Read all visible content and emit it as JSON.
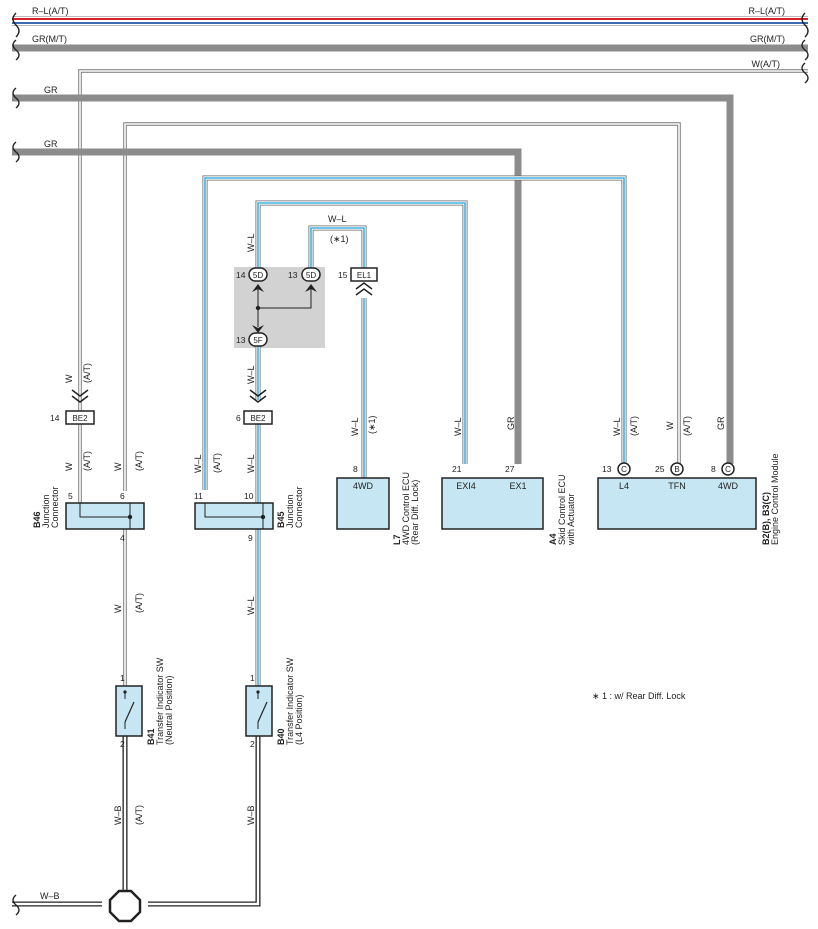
{
  "wires": {
    "rl_at": "R–L(A/T)",
    "gr_mt": "GR(M/T)",
    "w_at": "W(A/T)",
    "gr": "GR",
    "w": "W",
    "at": "(A/T)",
    "wl": "W–L",
    "star1": "(∗1)",
    "wb": "W–B"
  },
  "connectors": {
    "be2": "BE2",
    "sd": "5D",
    "sf": "5F",
    "el1": "EL1",
    "c": "C",
    "b": "B"
  },
  "pins": {
    "p1": "1",
    "p2": "2",
    "p4": "4",
    "p5": "5",
    "p6": "6",
    "p8": "8",
    "p9": "9",
    "p10": "10",
    "p11": "11",
    "p13": "13",
    "p14": "14",
    "p15": "15",
    "p21": "21",
    "p25": "25",
    "p27": "27"
  },
  "components": {
    "b46": {
      "code": "B46",
      "line1": "Junction",
      "line2": "Connector"
    },
    "b45": {
      "code": "B45",
      "line1": "Junction",
      "line2": "Connector"
    },
    "l7": {
      "code": "L7",
      "line1": "4WD Control ECU",
      "line2": "(Rear Diff. Lock)",
      "term": "4WD"
    },
    "a4": {
      "code": "A4",
      "line1": "Skid Control ECU",
      "line2": "with Actuator",
      "term1": "EXI4",
      "term2": "EX1"
    },
    "b2": {
      "code": "B2(B), B3(C)",
      "line1": "Engine Control Module",
      "term1": "L4",
      "term2": "TFN",
      "term3": "4WD"
    },
    "b41": {
      "code": "B41",
      "line1": "Transfer Indicator SW",
      "line2": "(Neutral Position)"
    },
    "b40": {
      "code": "B40",
      "line1": "Transfer Indicator SW",
      "line2": "(L4 Position)"
    }
  },
  "note": "∗ 1 : w/ Rear Diff.  Lock",
  "colors": {
    "red": "#d8202a",
    "blue": "#3a6ab0",
    "gray": "#8c8c8c",
    "light_blue": "#c5e6f2",
    "cyan": "#3fb4e0",
    "junction_gray": "#d2d2d2"
  }
}
